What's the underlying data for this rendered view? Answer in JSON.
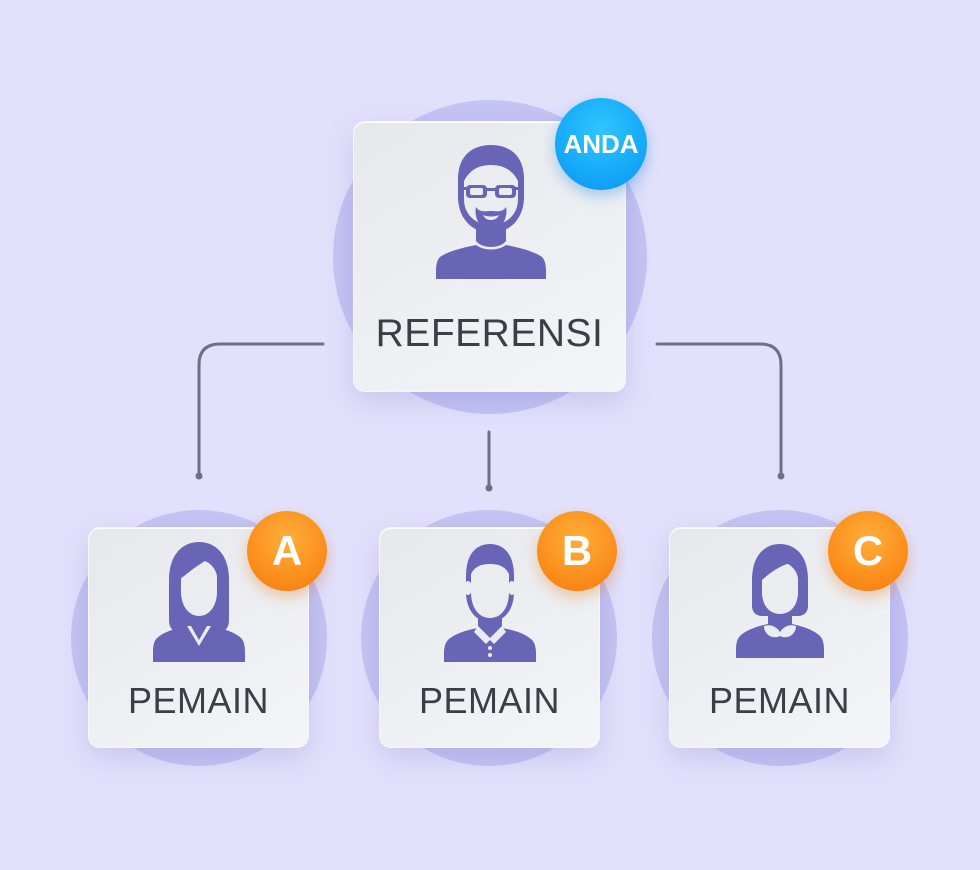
{
  "referrer": {
    "label": "REFERENSI",
    "badge": "ANDA"
  },
  "players": [
    {
      "label": "PEMAIN",
      "badge": "A"
    },
    {
      "label": "PEMAIN",
      "badge": "B"
    },
    {
      "label": "PEMAIN",
      "badge": "C"
    }
  ],
  "colors": {
    "background": "#e2e1fc",
    "halo": "#c5c4f3",
    "avatar": "#6865b6",
    "connector": "#6f6e88",
    "badge_you": "#15a9f8",
    "badge_player": "#fb8f1c",
    "label_text": "#3d3d45"
  },
  "icons": {
    "referrer": "man-with-glasses-and-beard-icon",
    "player_a": "woman-long-hair-icon",
    "player_b": "man-with-collar-icon",
    "player_c": "woman-short-hair-icon"
  }
}
